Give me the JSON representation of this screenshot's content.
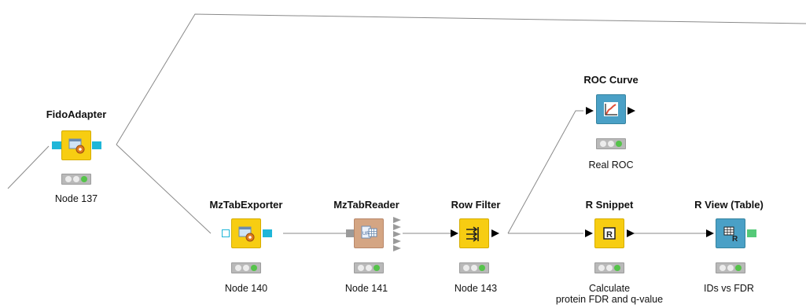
{
  "workflow": {
    "colors": {
      "port_data": "#1fb6d8",
      "port_table": "#55c978",
      "node_yellow": "#f7cd12",
      "node_blue": "#4aa0c6",
      "node_tan": "#d4a583",
      "status_green": "#55c34a"
    },
    "nodes": {
      "fido": {
        "title": "FidoAdapter",
        "caption": "Node 137",
        "icon": "gear-window-icon"
      },
      "mztab_exporter": {
        "title": "MzTabExporter",
        "caption": "Node 140",
        "icon": "gear-window-icon"
      },
      "mztab_reader": {
        "title": "MzTabReader",
        "caption": "Node 141",
        "icon": "file-table-icon"
      },
      "row_filter": {
        "title": "Row Filter",
        "caption": "Node 143",
        "icon": "filter-arrows-icon"
      },
      "roc_curve": {
        "title": "ROC Curve",
        "caption": "Real ROC",
        "icon": "roc-chart-icon"
      },
      "r_snippet": {
        "title": "R Snippet",
        "caption_line1": "Calculate",
        "caption_line2": "protein FDR and q-value",
        "icon": "r-script-icon"
      },
      "r_view": {
        "title": "R View (Table)",
        "caption": "IDs vs FDR",
        "icon": "r-table-icon"
      }
    }
  }
}
